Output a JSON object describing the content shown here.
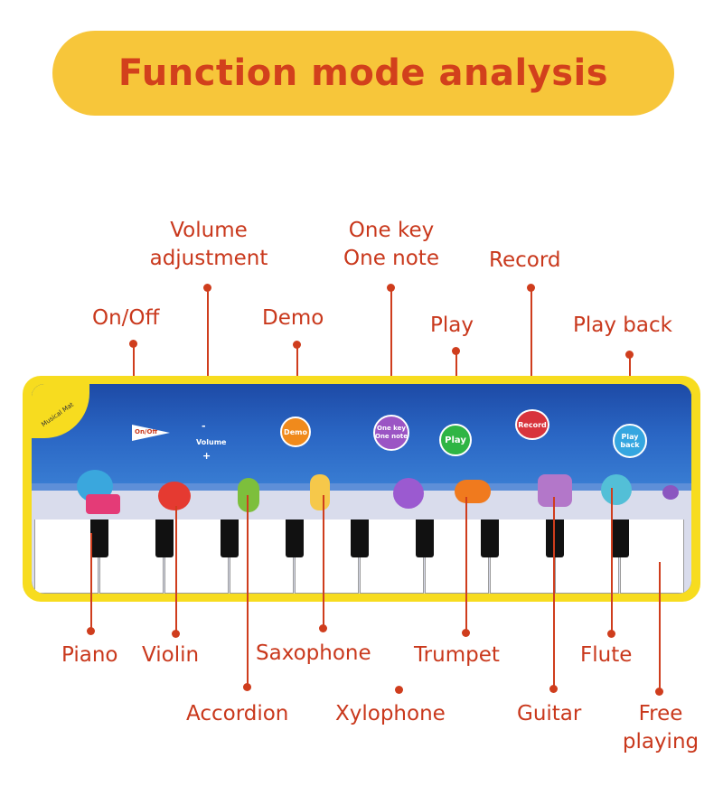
{
  "title": "Function mode analysis",
  "top_labels": {
    "on_off": "On/Off",
    "volume_line1": "Volume",
    "volume_line2": "adjustment",
    "demo": "Demo",
    "one_key_line1": "One key",
    "one_key_line2": "One note",
    "play": "Play",
    "record": "Record",
    "play_back": "Play back"
  },
  "bottom_labels": {
    "piano": "Piano",
    "violin": "Violin",
    "saxophone": "Saxophone",
    "trumpet": "Trumpet",
    "flute": "Flute",
    "accordion": "Accordion",
    "xylophone": "Xylophone",
    "guitar": "Guitar",
    "free_line1": "Free",
    "free_line2": "playing"
  },
  "mat": {
    "brand": "Musical Mat",
    "onoff_btn": "On/Off",
    "volume_minus": "-",
    "volume_text": "Volume",
    "volume_plus": "+",
    "demo_btn": "Demo",
    "onekey_btn_line1": "One key",
    "onekey_btn_line2": "One note",
    "play_btn": "Play",
    "record_btn": "Record",
    "playback_btn_line1": "Play",
    "playback_btn_line2": "back"
  },
  "colors": {
    "title_bg": "#f7c63a",
    "title_text": "#d2401c",
    "label_text": "#c9381c",
    "mat_border": "#f7dc1f",
    "demo_btn": "#f08a1c",
    "onekey_btn": "#9b55c4",
    "play_btn": "#2fb544",
    "record_btn": "#d8343c",
    "playback_btn": "#35a6e0"
  }
}
